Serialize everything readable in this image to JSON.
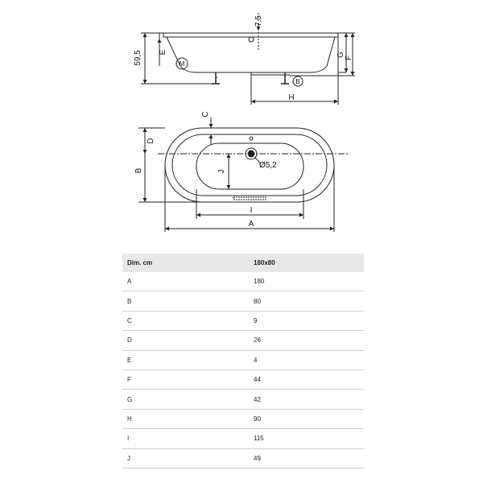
{
  "side_view": {
    "labels": {
      "dim_75": "7,5",
      "dim_595": "59,5",
      "E": "E",
      "G": "G",
      "F": "F",
      "H": "H",
      "M": "M",
      "B": "B"
    }
  },
  "top_view": {
    "labels": {
      "C": "C",
      "D": "D",
      "B": "B",
      "J": "J",
      "I": "I",
      "A": "A",
      "diameter": "Ø5,2"
    }
  },
  "table": {
    "header": [
      "Dim. cm",
      "180x80"
    ],
    "rows": [
      [
        "A",
        "180"
      ],
      [
        "B",
        "80"
      ],
      [
        "C",
        "9"
      ],
      [
        "D",
        "26"
      ],
      [
        "E",
        "4"
      ],
      [
        "F",
        "44"
      ],
      [
        "G",
        "42"
      ],
      [
        "H",
        "90"
      ],
      [
        "I",
        "115"
      ],
      [
        "J",
        "49"
      ]
    ]
  }
}
